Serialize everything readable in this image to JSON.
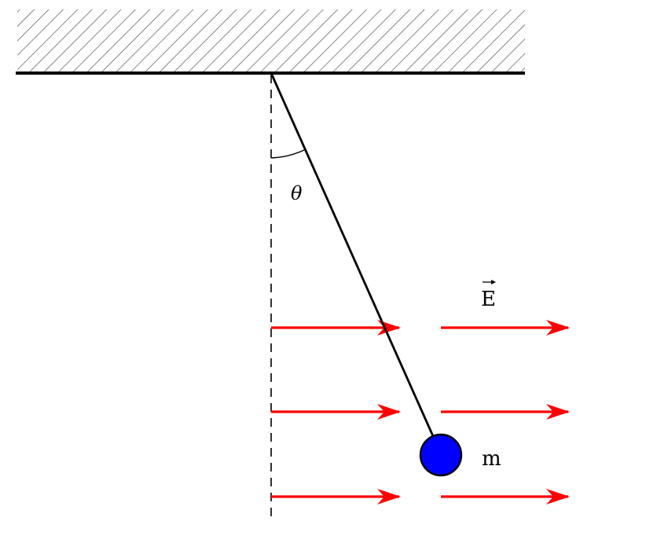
{
  "labels": {
    "angle": "θ",
    "field": "E",
    "mass": "m"
  },
  "colors": {
    "field_arrow": "#ff0000",
    "bob": "#0000ff",
    "ceiling_hatch": "#555555",
    "line": "#000000"
  },
  "icons": {
    "field_vector_arrow": "vector-arrow-icon"
  }
}
